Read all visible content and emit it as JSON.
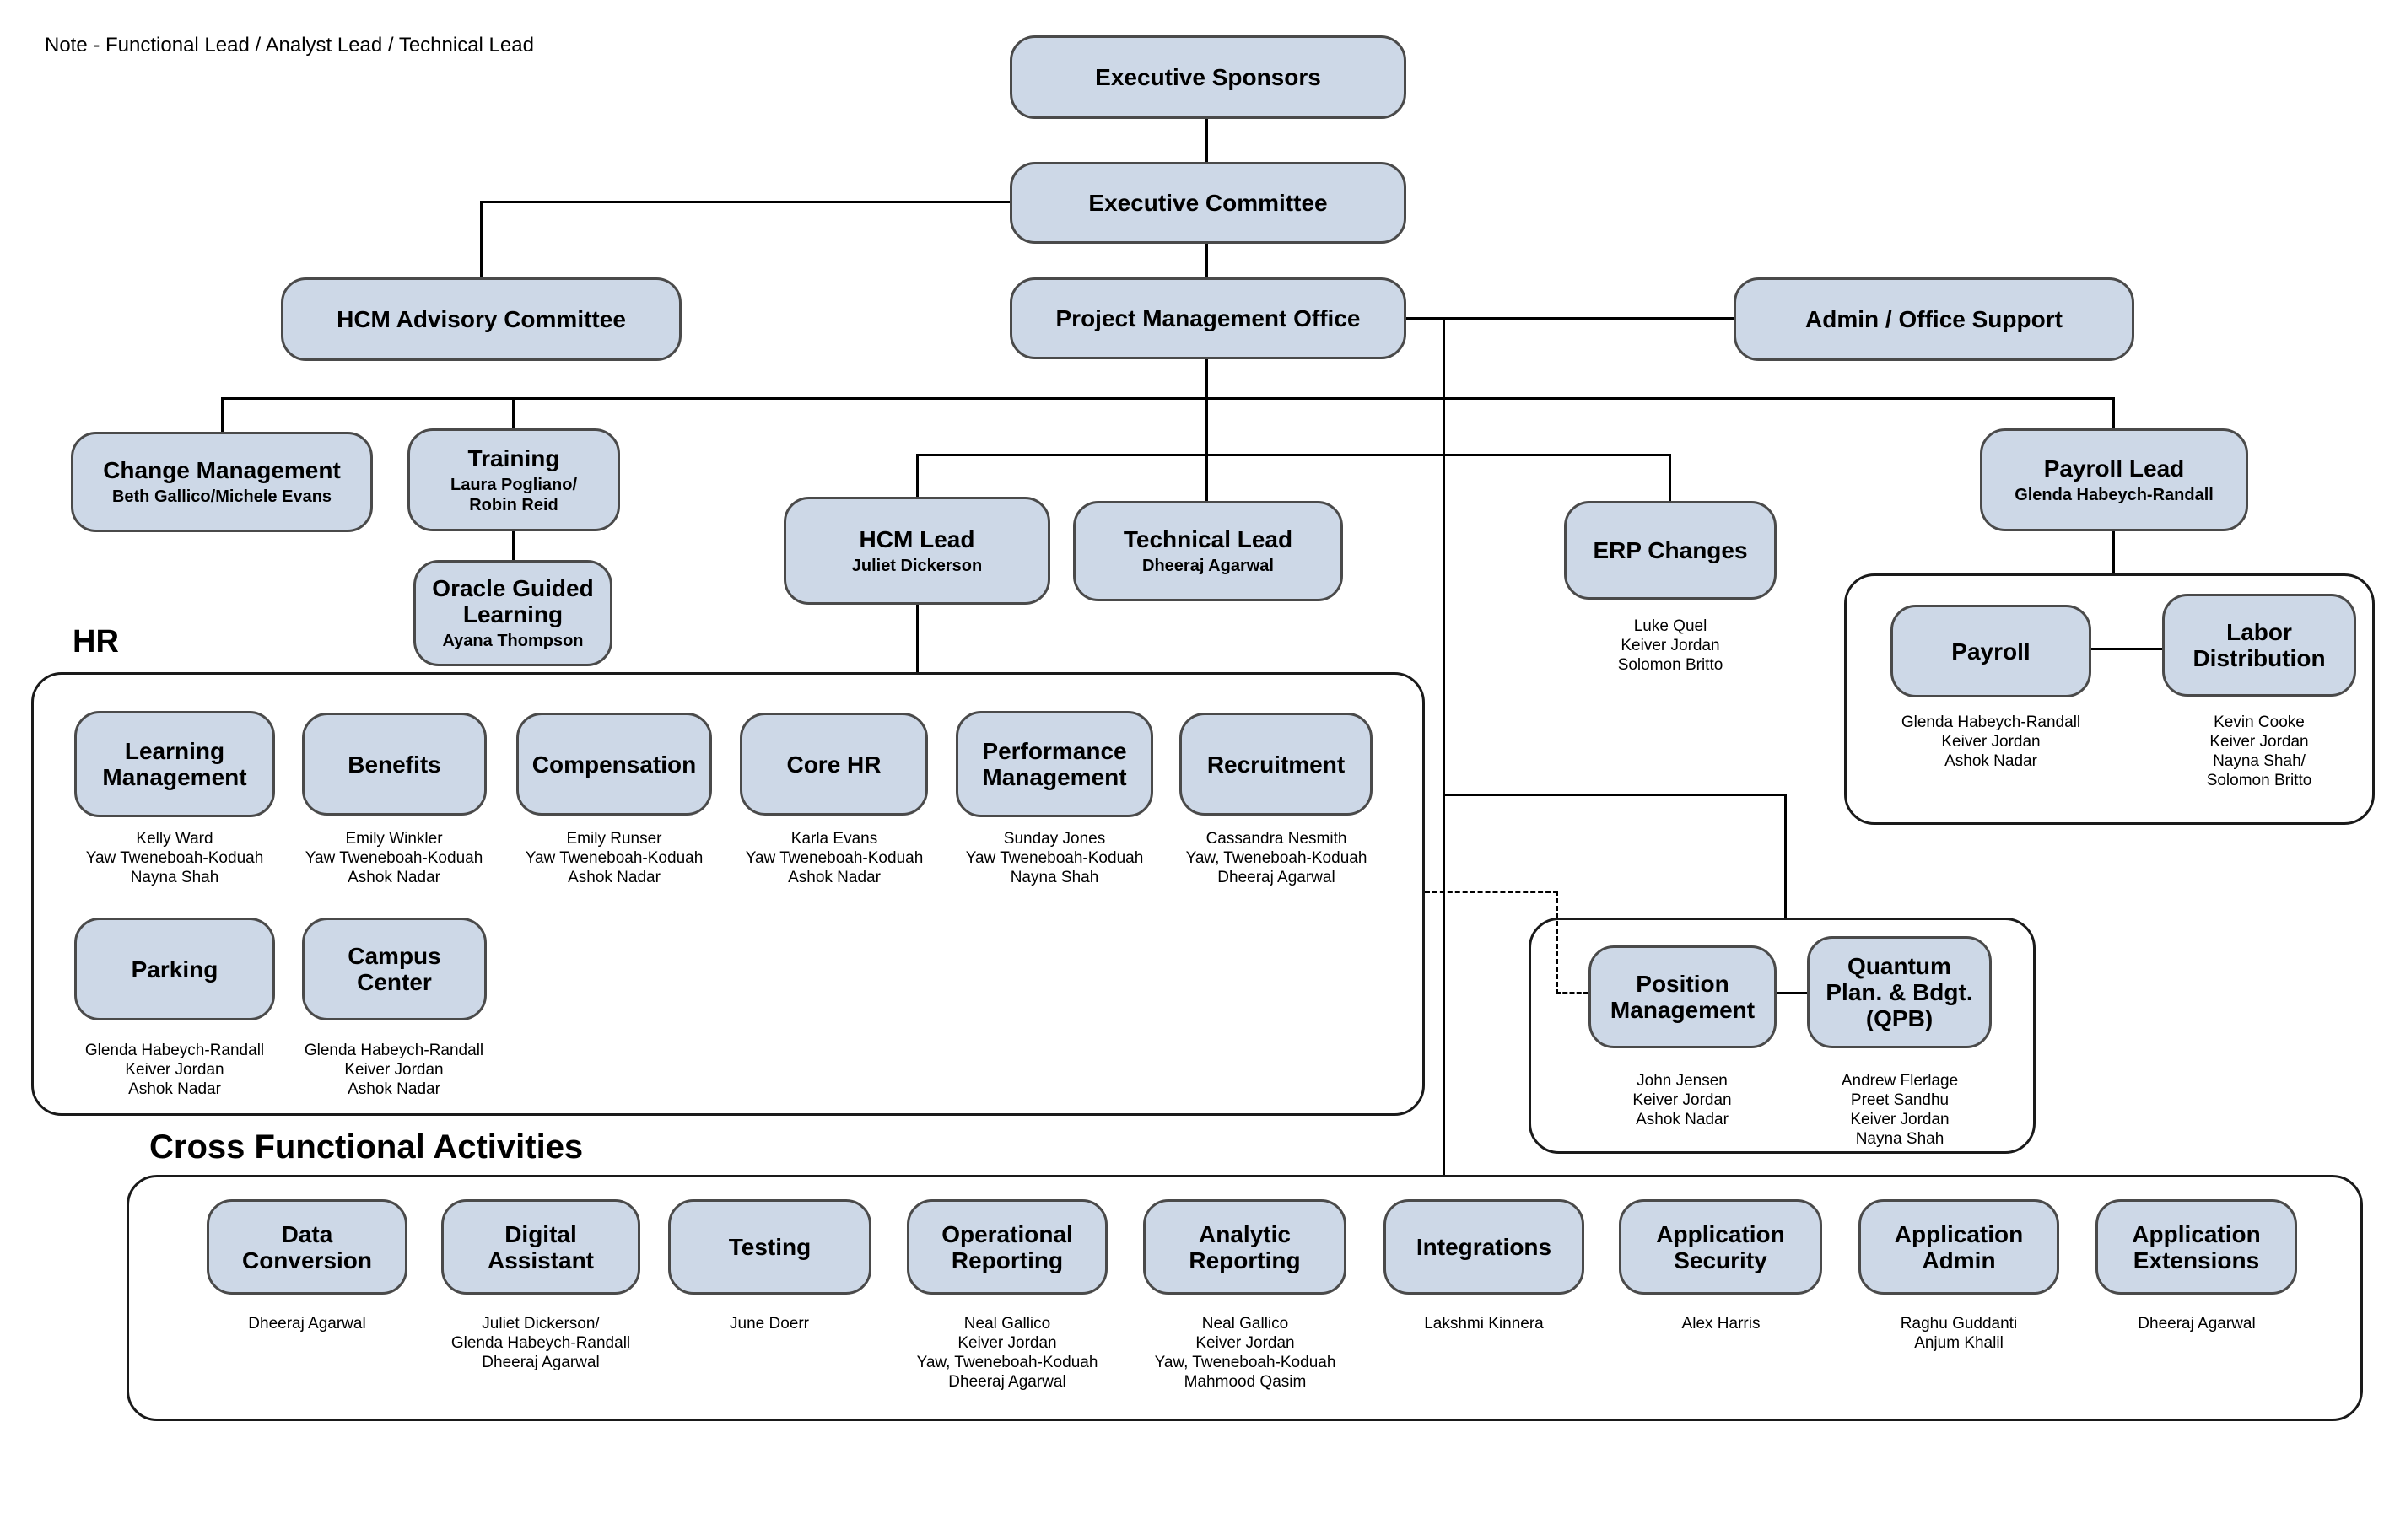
{
  "note": "Note - Functional Lead / Analyst Lead / Technical Lead",
  "labels": {
    "hr": "HR",
    "cfa": "Cross Functional Activities"
  },
  "colors": {
    "node_fill": "#cdd8e7",
    "node_border": "#4a4a4a",
    "line": "#000000"
  },
  "nodes": {
    "executive_sponsors": {
      "title": "Executive Sponsors"
    },
    "executive_committee": {
      "title": "Executive Committee"
    },
    "hcm_advisory_committee": {
      "title": "HCM Advisory Committee"
    },
    "project_management_office": {
      "title": "Project Management Office"
    },
    "admin_office_support": {
      "title": "Admin / Office Support"
    },
    "change_management": {
      "title": "Change Management",
      "subtitle": "Beth Gallico/Michele Evans"
    },
    "training": {
      "title": "Training",
      "subtitle": "Laura Pogliano/\nRobin Reid"
    },
    "oracle_guided_learning": {
      "title": "Oracle Guided\nLearning",
      "subtitle": "Ayana Thompson"
    },
    "hcm_lead": {
      "title": "HCM Lead",
      "subtitle": "Juliet Dickerson"
    },
    "technical_lead": {
      "title": "Technical Lead",
      "subtitle": "Dheeraj Agarwal"
    },
    "erp_changes": {
      "title": "ERP Changes",
      "names": "Luke Quel\nKeiver Jordan\nSolomon Britto"
    },
    "payroll_lead": {
      "title": "Payroll Lead",
      "subtitle": "Glenda Habeych-Randall"
    },
    "payroll": {
      "title": "Payroll",
      "names": "Glenda Habeych-Randall\nKeiver Jordan\nAshok Nadar"
    },
    "labor_distribution": {
      "title": "Labor\nDistribution",
      "names": "Kevin Cooke\nKeiver Jordan\nNayna Shah/\nSolomon Britto"
    },
    "learning_management": {
      "title": "Learning\nManagement",
      "names": "Kelly Ward\nYaw Tweneboah-Koduah\nNayna Shah"
    },
    "benefits": {
      "title": "Benefits",
      "names": "Emily Winkler\nYaw Tweneboah-Koduah\nAshok Nadar"
    },
    "compensation": {
      "title": "Compensation",
      "names": "Emily Runser\nYaw Tweneboah-Koduah\nAshok Nadar"
    },
    "core_hr": {
      "title": "Core HR",
      "names": "Karla Evans\nYaw Tweneboah-Koduah\nAshok Nadar"
    },
    "performance_management": {
      "title": "Performance\nManagement",
      "names": "Sunday Jones\nYaw Tweneboah-Koduah\nNayna Shah"
    },
    "recruitment": {
      "title": "Recruitment",
      "names": "Cassandra Nesmith\nYaw, Tweneboah-Koduah\nDheeraj Agarwal"
    },
    "parking": {
      "title": "Parking",
      "names": "Glenda Habeych-Randall\nKeiver Jordan\nAshok Nadar"
    },
    "campus_center": {
      "title": "Campus\nCenter",
      "names": "Glenda Habeych-Randall\nKeiver Jordan\nAshok Nadar"
    },
    "position_management": {
      "title": "Position\nManagement",
      "names": "John Jensen\nKeiver Jordan\nAshok Nadar"
    },
    "qpb": {
      "title": "Quantum\nPlan. & Bdgt.\n(QPB)",
      "names": "Andrew Flerlage\nPreet Sandhu\nKeiver Jordan\nNayna Shah"
    },
    "data_conversion": {
      "title": "Data\nConversion",
      "names": "Dheeraj Agarwal"
    },
    "digital_assistant": {
      "title": "Digital\nAssistant",
      "names": "Juliet Dickerson/\nGlenda Habeych-Randall\nDheeraj Agarwal"
    },
    "testing": {
      "title": "Testing",
      "names": "June Doerr"
    },
    "operational_reporting": {
      "title": "Operational\nReporting",
      "names": "Neal Gallico\nKeiver Jordan\nYaw, Tweneboah-Koduah\nDheeraj Agarwal"
    },
    "analytic_reporting": {
      "title": "Analytic\nReporting",
      "names": "Neal Gallico\nKeiver Jordan\nYaw, Tweneboah-Koduah\nMahmood Qasim"
    },
    "integrations": {
      "title": "Integrations",
      "names": "Lakshmi Kinnera"
    },
    "application_security": {
      "title": "Application\nSecurity",
      "names": "Alex Harris"
    },
    "application_admin": {
      "title": "Application\nAdmin",
      "names": "Raghu Guddanti\nAnjum Khalil"
    },
    "application_extensions": {
      "title": "Application\nExtensions",
      "names": "Dheeraj Agarwal"
    }
  }
}
